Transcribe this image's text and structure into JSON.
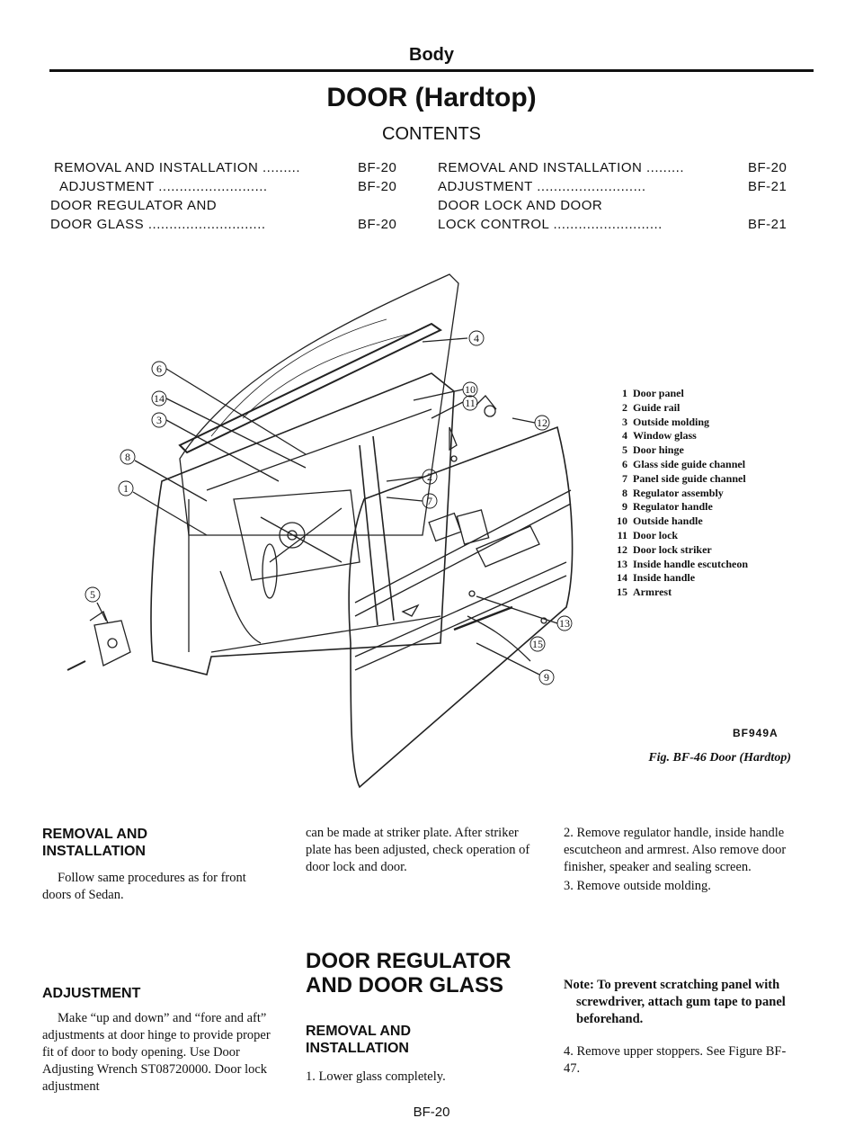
{
  "header": {
    "section": "Body",
    "title": "DOOR (Hardtop)",
    "contents": "CONTENTS"
  },
  "toc": {
    "left": [
      {
        "label": "REMOVAL AND INSTALLATION .........",
        "page": "BF-20"
      },
      {
        "label": "ADJUSTMENT ..........................",
        "page": "BF-20"
      },
      {
        "label": "DOOR REGULATOR AND",
        "page": ""
      },
      {
        "label": "DOOR GLASS ............................",
        "page": "BF-20"
      }
    ],
    "right": [
      {
        "label": "REMOVAL AND INSTALLATION .........",
        "page": "BF-20"
      },
      {
        "label": "ADJUSTMENT ..........................",
        "page": "BF-21"
      },
      {
        "label": "DOOR LOCK AND DOOR",
        "page": ""
      },
      {
        "label": "LOCK CONTROL ..........................",
        "page": "BF-21"
      }
    ]
  },
  "figure": {
    "callouts": [
      "1",
      "2",
      "3",
      "4",
      "5",
      "6",
      "7",
      "8",
      "9",
      "10",
      "11",
      "12",
      "13",
      "14",
      "15"
    ],
    "legend": [
      {
        "num": "1",
        "text": "Door panel"
      },
      {
        "num": "2",
        "text": "Guide rail"
      },
      {
        "num": "3",
        "text": "Outside molding"
      },
      {
        "num": "4",
        "text": "Window glass"
      },
      {
        "num": "5",
        "text": "Door hinge"
      },
      {
        "num": "6",
        "text": "Glass side guide channel"
      },
      {
        "num": "7",
        "text": "Panel side guide channel"
      },
      {
        "num": "8",
        "text": "Regulator assembly"
      },
      {
        "num": "9",
        "text": "Regulator handle"
      },
      {
        "num": "10",
        "text": "Outside handle"
      },
      {
        "num": "11",
        "text": "Door lock"
      },
      {
        "num": "12",
        "text": "Door lock striker"
      },
      {
        "num": "13",
        "text": "Inside handle escutcheon"
      },
      {
        "num": "14",
        "text": "Inside handle"
      },
      {
        "num": "15",
        "text": "Armrest"
      }
    ],
    "code": "BF949A",
    "caption": "Fig. BF-46 Door (Hardtop)"
  },
  "body": {
    "col1": {
      "h1": "REMOVAL AND",
      "h1b": "INSTALLATION",
      "p1": "Follow same procedures as for front doors of Sedan.",
      "h2": "ADJUSTMENT",
      "p2": "Make “up and down” and “fore and aft” adjustments at door hinge to provide proper fit of door to body opening. Use Door Adjusting Wrench ST08720000. Door lock adjustment"
    },
    "col2": {
      "p1": "can be made at striker plate. After striker plate has been adjusted, check operation of door lock and door.",
      "h1": "DOOR REGULATOR",
      "h1b": "AND DOOR GLASS",
      "h2": "REMOVAL AND",
      "h2b": "INSTALLATION",
      "p2": "1.   Lower glass completely."
    },
    "col3": {
      "p1": "2.   Remove regulator handle, inside handle escutcheon and armrest. Also remove door finisher, speaker and sealing screen.",
      "p2": "3.   Remove outside molding.",
      "note": "Note: To prevent scratching panel with screwdriver, attach gum tape to panel beforehand.",
      "p3": "4.   Remove upper stoppers. See Figure BF-47."
    }
  },
  "footer": {
    "page": "BF-20"
  }
}
